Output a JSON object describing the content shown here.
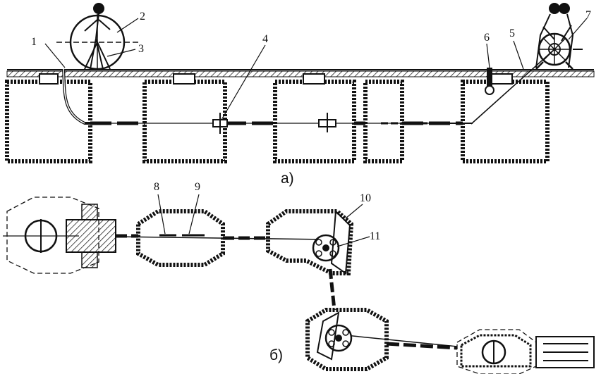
{
  "labels": [
    "1",
    "2",
    "3",
    "4",
    "5",
    "6",
    "7",
    "8",
    "9",
    "10",
    "11"
  ],
  "captions": {
    "top": "а)",
    "bottom": "б)"
  }
}
